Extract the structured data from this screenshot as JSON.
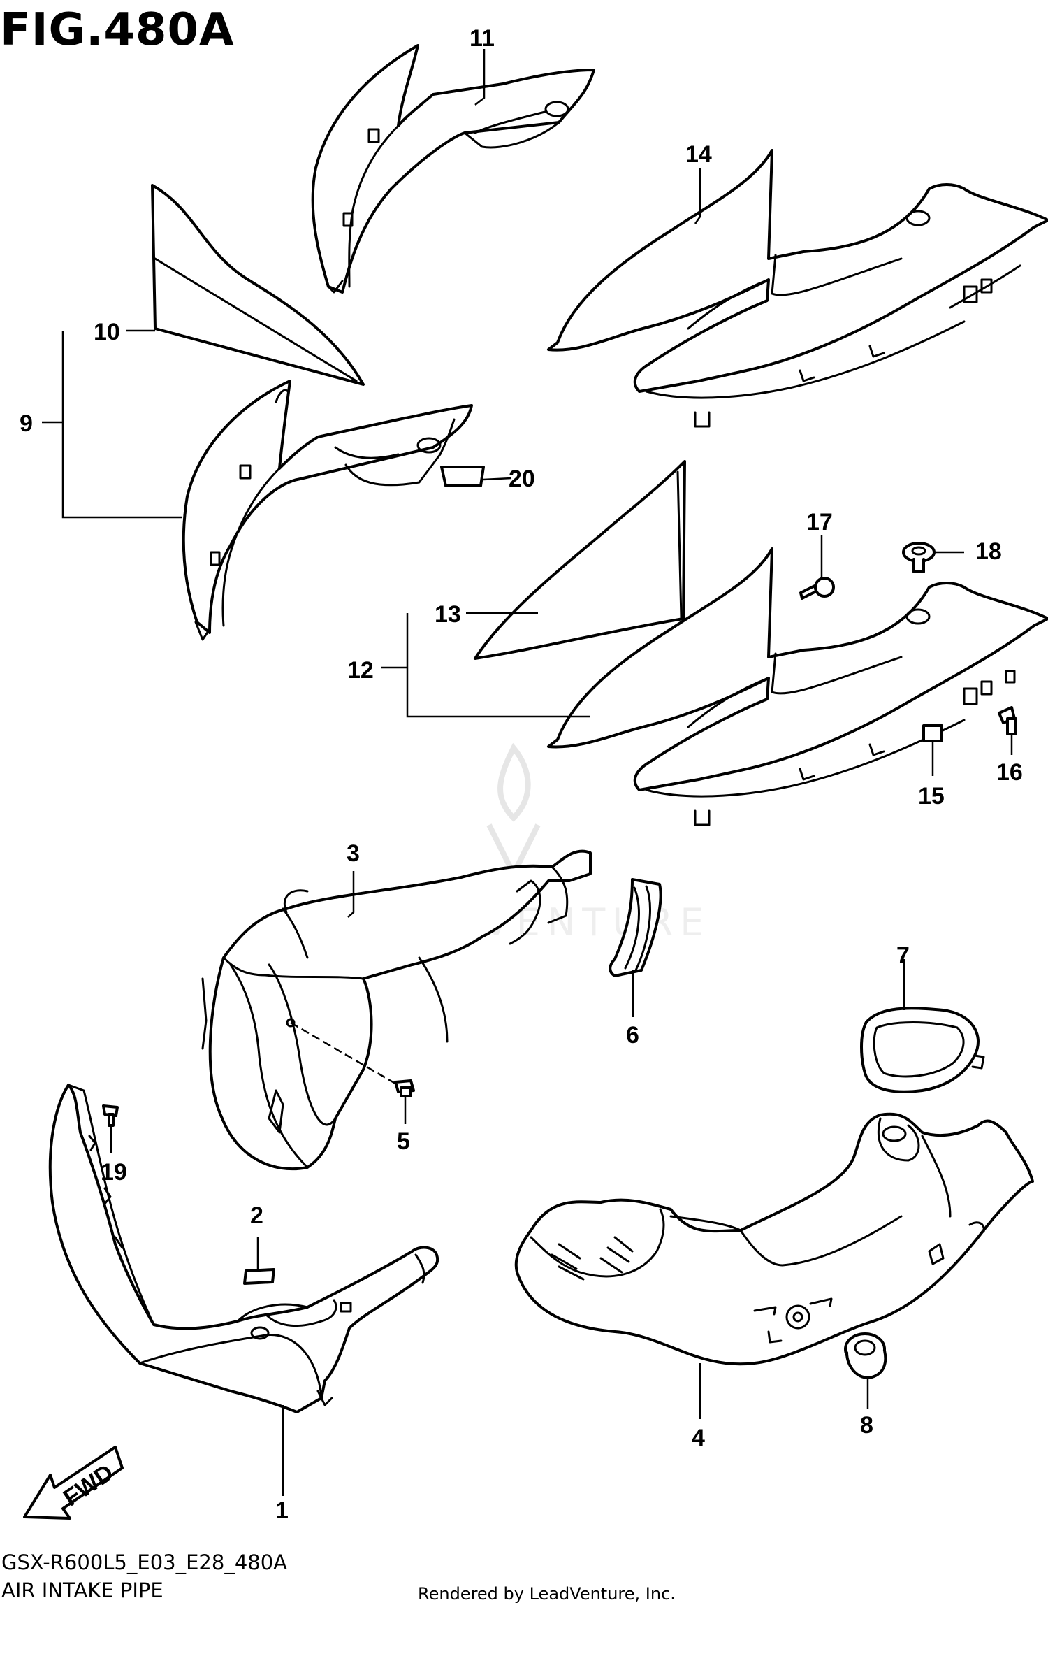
{
  "figure": {
    "title": "FIG.480A",
    "code": "GSX-R600L5_E03_E28_480A",
    "name": "AIR INTAKE PIPE",
    "credit": "Rendered by LeadVenture, Inc."
  },
  "watermark": {
    "text": "LEADVENTURE"
  },
  "fwd_label": "FWD",
  "callouts": [
    {
      "id": "1",
      "label": "1"
    },
    {
      "id": "2",
      "label": "2"
    },
    {
      "id": "3",
      "label": "3"
    },
    {
      "id": "4",
      "label": "4"
    },
    {
      "id": "5",
      "label": "5"
    },
    {
      "id": "6",
      "label": "6"
    },
    {
      "id": "7",
      "label": "7"
    },
    {
      "id": "8",
      "label": "8"
    },
    {
      "id": "9",
      "label": "9"
    },
    {
      "id": "10",
      "label": "10"
    },
    {
      "id": "11",
      "label": "11"
    },
    {
      "id": "12",
      "label": "12"
    },
    {
      "id": "13",
      "label": "13"
    },
    {
      "id": "14",
      "label": "14"
    },
    {
      "id": "15",
      "label": "15"
    },
    {
      "id": "16",
      "label": "16"
    },
    {
      "id": "17",
      "label": "17"
    },
    {
      "id": "18",
      "label": "18"
    },
    {
      "id": "19",
      "label": "19"
    },
    {
      "id": "20",
      "label": "20"
    }
  ]
}
